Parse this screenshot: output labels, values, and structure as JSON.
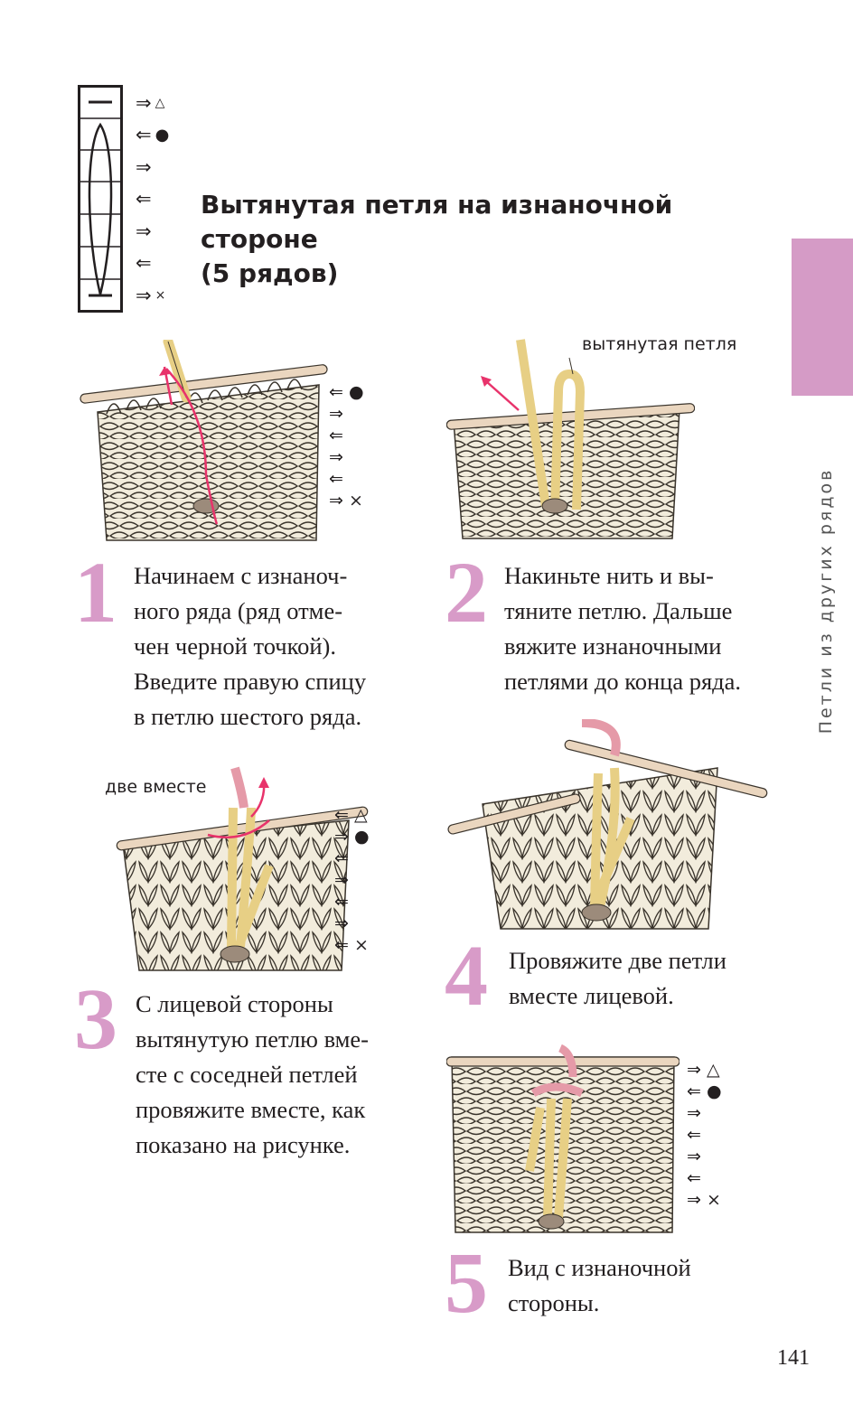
{
  "title": {
    "line1": "Вытянутая петля на изнаночной стороне",
    "line2": "(5 рядов)"
  },
  "chart_rows": [
    {
      "arrow": "⇒",
      "symbol": "△"
    },
    {
      "arrow": "⇐",
      "symbol": "●"
    },
    {
      "arrow": "⇒",
      "symbol": ""
    },
    {
      "arrow": "⇐",
      "symbol": ""
    },
    {
      "arrow": "⇒",
      "symbol": ""
    },
    {
      "arrow": "⇐",
      "symbol": ""
    },
    {
      "arrow": "⇒",
      "symbol": "×"
    }
  ],
  "side_section": "Петли из других рядов",
  "steps": [
    {
      "number": "1",
      "text": "Начинаем с изнаноч-\nного ряда (ряд отме-\nчен черной точкой).\nВведите правую спицу\nв петлю шестого ряда."
    },
    {
      "number": "2",
      "text": "Накиньте нить и вы-\nтяните петлю. Дальше\nвяжите изнаночными\nпетлями до конца ряда."
    },
    {
      "number": "3",
      "text": "С лицевой стороны\nвытянутую петлю вме-\nсте с соседней петлей\nпровяжите вместе, как\nпоказано на рисунке."
    },
    {
      "number": "4",
      "text": "Провяжите две петли\nвместе лицевой."
    },
    {
      "number": "5",
      "text": "Вид с изнаночной\nстороны."
    }
  ],
  "labels": {
    "elongated_loop": "вытянутая петля",
    "two_together": "две вместе"
  },
  "illus1_arrows": [
    "⇐ ●",
    "⇒",
    "⇐",
    "⇒",
    "⇐",
    "⇒ ×"
  ],
  "illus3_arrows": [
    "⇐ △",
    "⇒ ●",
    "⇐",
    "⇒",
    "⇐",
    "⇒",
    "⇐ ×"
  ],
  "illus5_arrows": [
    "⇒ △",
    "⇐ ●",
    "⇒",
    "⇐",
    "⇒",
    "⇐",
    "⇒ ×"
  ],
  "colors": {
    "accent": "#d59bc6",
    "yarn": "#f2ecdc",
    "yarn_outline": "#3a342c",
    "highlight_yarn": "#e7cf85",
    "pink_yarn": "#e59aa8",
    "needle": "#ead6bf",
    "arrow_red": "#e8336b"
  },
  "page_number": "141"
}
